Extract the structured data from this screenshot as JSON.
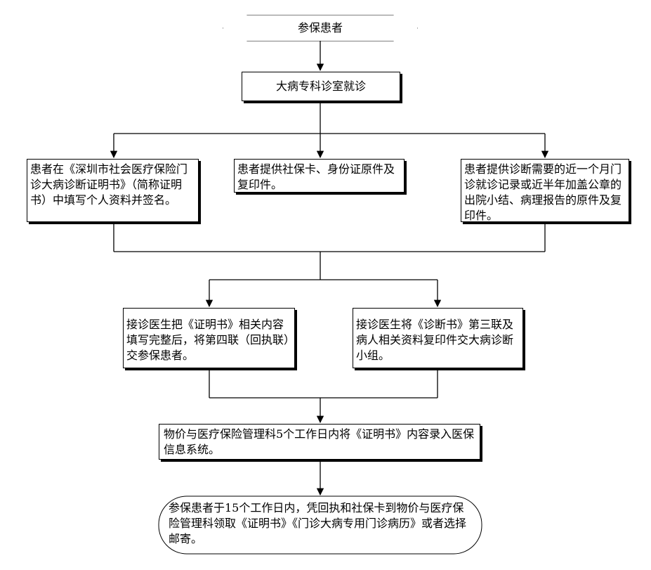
{
  "flowchart": {
    "start": "参保患者",
    "clinic": "大病专科诊室就诊",
    "patient_fill": "患者在《深圳市社会医疗保险门诊大病诊断证明书》（简称证明书）中填写个人资料并签名。",
    "patient_cards": "患者提供社保卡、身份证原件及复印件。",
    "patient_records": "患者提供诊断需要的近一个月门诊就诊记录或近半年加盖公章的出院小结、病理报告的原件及复印件。",
    "doctor_certificate": "接诊医生把《证明书》相关内容填写完整后，将第四联（回执联）交参保患者。",
    "doctor_diagnosis": "接诊医生将《诊断书》第三联及病人相关资料复印件交大病诊断小组。",
    "price_dept": "物价与医疗保险管理科5个工作日内将《证明书》内容录入医保信息系统。",
    "end": "参保患者于15个工作日内，凭回执和社保卡到物价与医疗保险管理科领取《证明书》《门诊大病专用门诊病历》或者选择邮寄。"
  }
}
